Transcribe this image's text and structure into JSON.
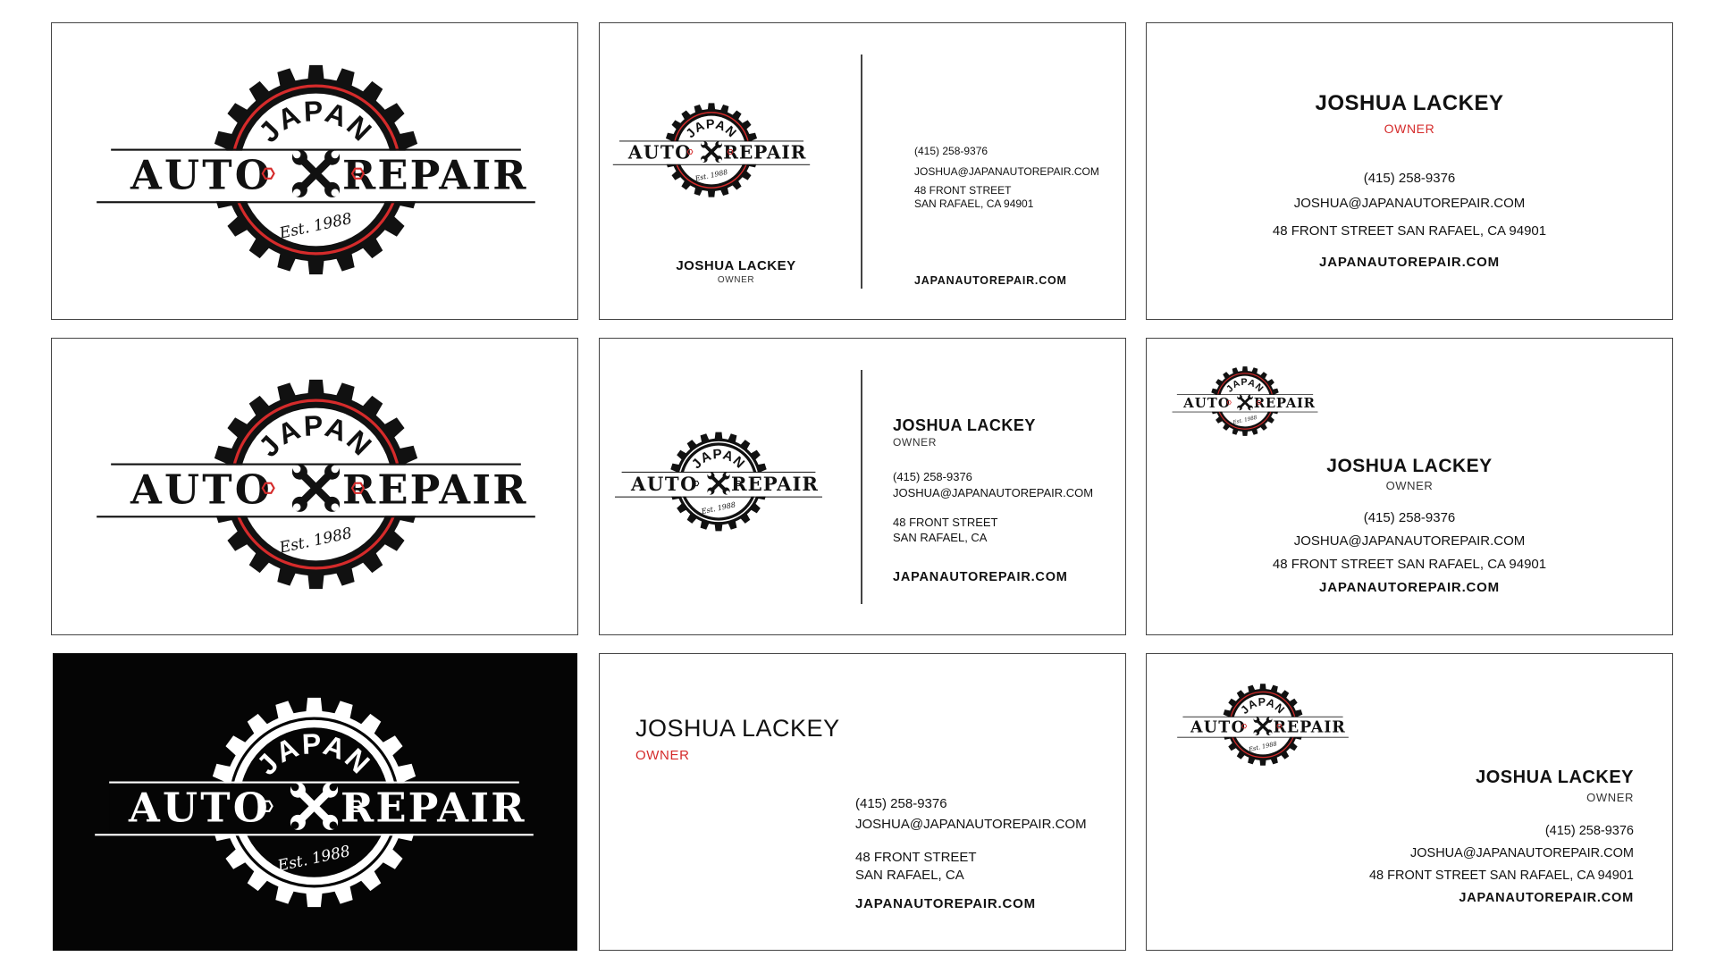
{
  "brand": {
    "top": "JAPAN",
    "left": "AUTO",
    "right": "REPAIR",
    "est": "Est. 1988"
  },
  "contact": {
    "name_caps": "JOSHUA LACKEY",
    "role": "OWNER",
    "phone": "(415) 258-9376",
    "email": "JOSHUA@JAPANAUTOREPAIR.COM",
    "street": "48 FRONT STREET",
    "city_full": "SAN RAFAEL, CA 94901",
    "city_short": "SAN RAFAEL, CA",
    "address_line": "48 FRONT STREET  SAN RAFAEL, CA 94901",
    "website": "JAPANAUTOREPAIR.COM"
  },
  "colors": {
    "accent_red": "#d52b2b",
    "ink": "#111111",
    "dark_card": "#050505",
    "card_border": "#444444"
  },
  "icons": [
    "gear-emblem-icon",
    "crossed-wrenches-icon",
    "hex-nut-icon"
  ]
}
